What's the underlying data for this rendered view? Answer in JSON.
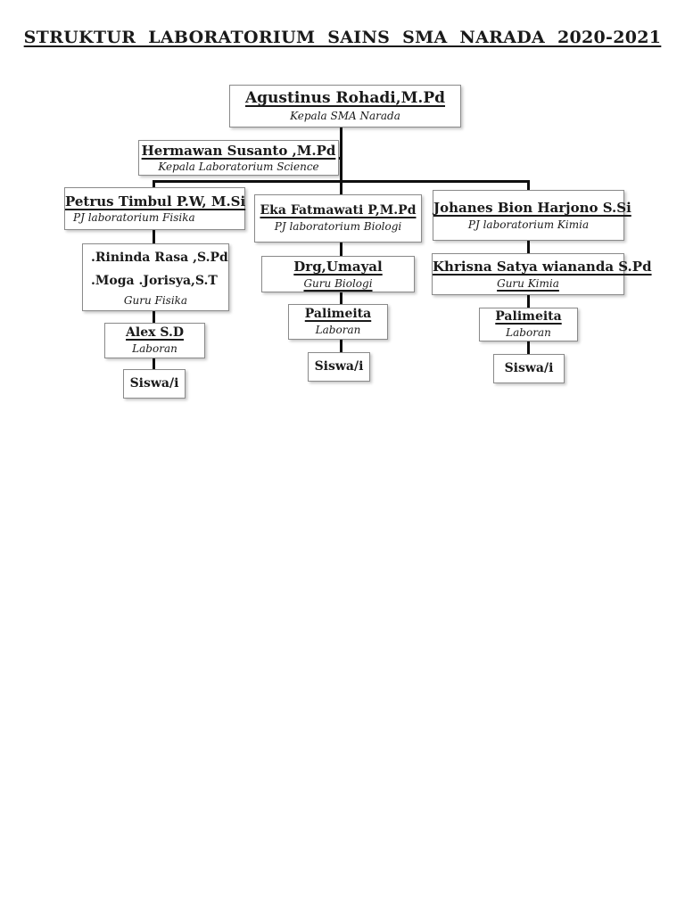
{
  "page": {
    "title": "STRUKTUR LABORATORIUM SAINS SMA NARADA 2020-2021"
  },
  "org": {
    "root": {
      "name": "Agustinus Rohadi,M.Pd",
      "role": "Kepala SMA Narada"
    },
    "science_head": {
      "name": "Hermawan Susanto ,M.Pd",
      "role": "Kepala Laboratorium Science"
    },
    "branches": [
      {
        "subject": "Fisika",
        "head": {
          "name": "Petrus Timbul P.W, M.Si",
          "role": "PJ laboratorium Fisika"
        },
        "teachers": {
          "line1": ".Rininda Rasa ,S.Pd",
          "line2": ".Moga .Jorisya,S.T",
          "role": "Guru Fisika"
        },
        "laboran": {
          "name": "Alex S.D",
          "role": "Laboran"
        },
        "students": {
          "label": "Siswa/i"
        }
      },
      {
        "subject": "Biologi",
        "head": {
          "name": "Eka Fatmawati P,M.Pd",
          "role": "PJ laboratorium Biologi"
        },
        "teachers": {
          "name": "Drg,Umayal",
          "role": "Guru Biologi"
        },
        "laboran": {
          "name": "Palimeita",
          "role": "Laboran"
        },
        "students": {
          "label": "Siswa/i"
        }
      },
      {
        "subject": "Kimia",
        "head": {
          "name": "Johanes Bion Harjono S.Si",
          "role": "PJ laboratorium Kimia"
        },
        "teachers": {
          "name": "Khrisna Satya wiananda S.Pd",
          "role": "Guru Kimia"
        },
        "laboran": {
          "name": "Palimeita",
          "role": "Laboran"
        },
        "students": {
          "label": "Siswa/i"
        }
      }
    ]
  }
}
